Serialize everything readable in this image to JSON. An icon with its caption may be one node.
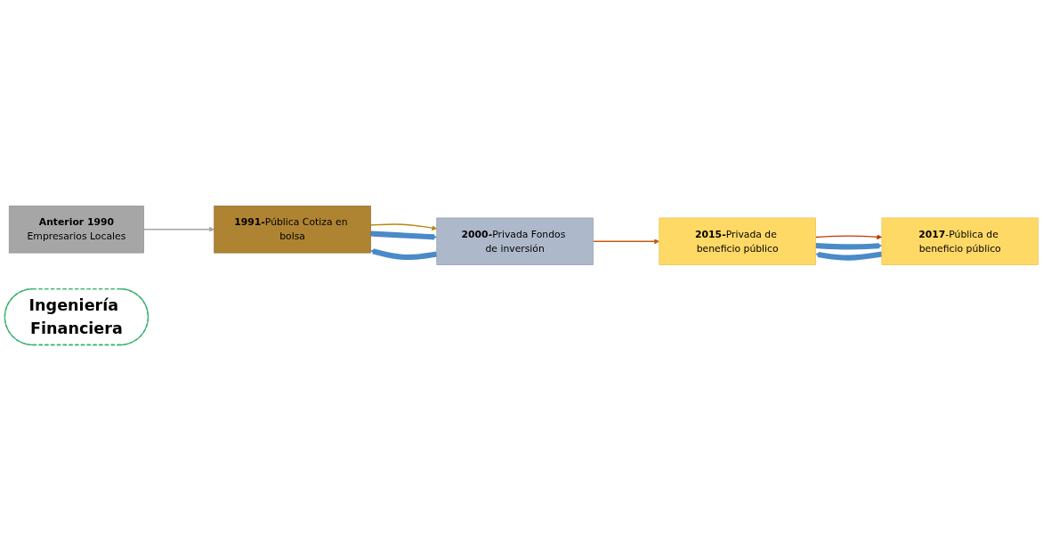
{
  "diagram": {
    "nodes": [
      {
        "text": [
          "Anterior 1990",
          "Empresarios Locales"
        ]
      },
      {
        "text": [
          "**1991-**Pública Cotiza en bolsa"
        ]
      },
      {
        "text": [
          "**2000-**Privada Fondos de inversión"
        ]
      },
      {
        "text": [
          "**2015-**Privada de beneficio público"
        ]
      },
      {
        "text": [
          "**2017**-Pública de beneficio público"
        ]
      },
      {
        "text": [
          "Ingeniería Financiera"
        ]
      }
    ],
    "edges": [
      {
        "from": 0,
        "to": 1,
        "arrow": "to",
        "color": "#a6a6a6"
      },
      {
        "from": 1,
        "to": 2,
        "arrow": "to",
        "color": "#b8860b"
      },
      {
        "from": 2,
        "to": 3,
        "arrow": "to",
        "color": "#c55a11"
      },
      {
        "from": 3,
        "to": 4,
        "arrow": "to",
        "color": "#c0390b"
      },
      {
        "from": 1,
        "to": 2,
        "arrow": "to",
        "style": "thick",
        "color": "#4a8ac8"
      },
      {
        "from": 2,
        "to": 1,
        "arrow": "to",
        "style": "thick",
        "color": "#4a8ac8"
      },
      {
        "from": 3,
        "to": 4,
        "arrow": "to",
        "style": "thick",
        "color": "#4a8ac8"
      },
      {
        "from": 4,
        "to": 3,
        "arrow": "to",
        "style": "thick",
        "color": "#4a8ac8"
      }
    ]
  }
}
